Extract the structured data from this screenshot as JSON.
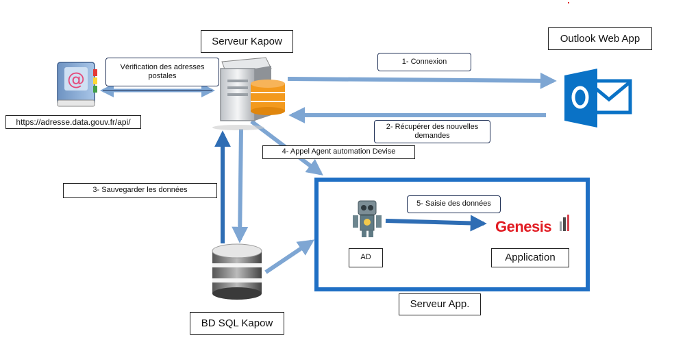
{
  "nodes": {
    "kapow_server": "Serveur Kapow",
    "outlook": "Outlook Web App",
    "address_api": "https://adresse.data.gouv.fr/api/",
    "sql_db": "BD SQL Kapow",
    "app_server": "Serveur App.",
    "robot": "AD",
    "application": "Application",
    "genesis_logo": "Genesis"
  },
  "edges": {
    "verify": "Vérification des adresses postales",
    "step1": "1- Connexion",
    "step2": "2- Récupérer des nouvelles demandes",
    "step3": "3- Sauvegarder les données",
    "step4": "4- Appel Agent automation Devise",
    "step5": "5- Saisie des données"
  },
  "colors": {
    "arrow_light": "#7ea6d3",
    "arrow_dark": "#2e6db4",
    "frame": "#1f6fc4",
    "outlook_blue": "#0a72c6",
    "genesis_red": "#e11b22",
    "db_orange": "#f39a1e"
  }
}
